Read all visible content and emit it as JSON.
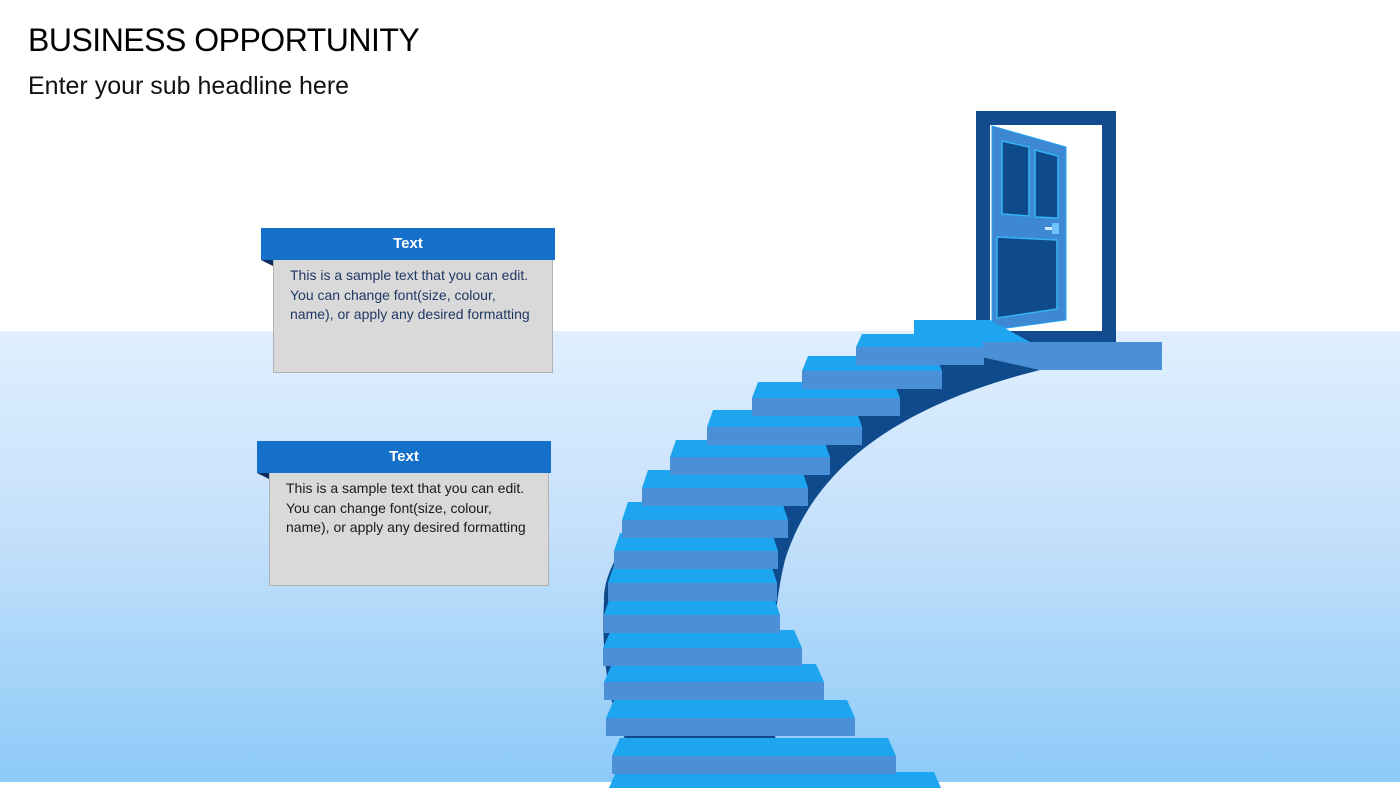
{
  "slide": {
    "title": "BUSINESS OPPORTUNITY",
    "subtitle": "Enter your sub headline here"
  },
  "cards": [
    {
      "heading": "Text",
      "body": "This is a sample text that you can edit. You can change font(size, colour, name), or apply any desired formatting",
      "text_color": "#1f3864"
    },
    {
      "heading": "Text",
      "body": "This is a sample text that you can edit. You can change font(size, colour, name), or apply any desired formatting",
      "text_color": "#1a1a1a"
    }
  ],
  "icons": [
    "staircase-illustration",
    "door-icon"
  ],
  "colors": {
    "card_header": "#1570c9",
    "card_body": "#d9d9d9",
    "step_tread": "#1ea5f0",
    "step_riser": "#4b8fd6",
    "stair_side": "#0e4a8c",
    "door_frame": "#124c8e",
    "door_panel": "#3d87d3",
    "door_inset": "#0f4a8a",
    "floor_top": "#e0efff",
    "floor_bottom": "#8ccaf7"
  }
}
